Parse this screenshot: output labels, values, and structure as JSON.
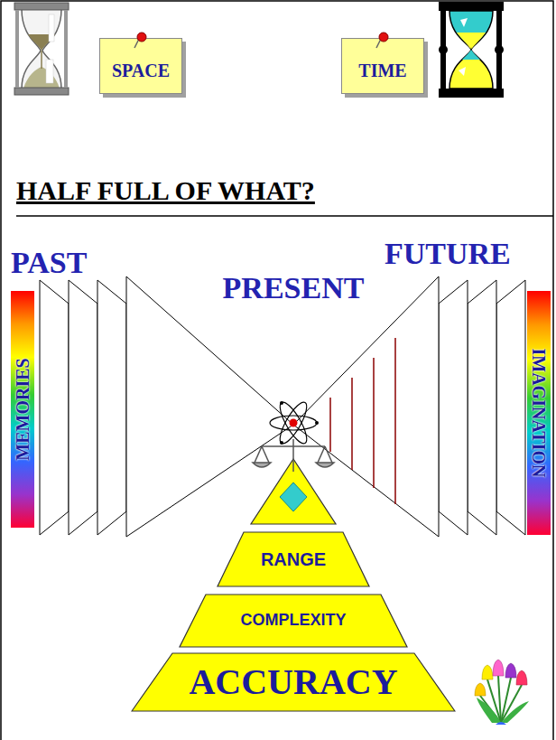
{
  "diagram": {
    "title": "HALF FULL OF WHAT?",
    "nodes": [
      {
        "text": [
          "SPACE"
        ]
      },
      {
        "text": [
          "TIME"
        ]
      },
      {
        "text": [
          "MEMORIES"
        ]
      },
      {
        "text": [
          "IMAGINATION"
        ]
      },
      {
        "text": [
          "RANGE"
        ]
      },
      {
        "text": [
          "COMPLEXITY"
        ]
      },
      {
        "text": [
          "ACCURACY"
        ]
      }
    ],
    "labels": [
      "PAST",
      "FUTURE",
      "PRESENT"
    ]
  }
}
